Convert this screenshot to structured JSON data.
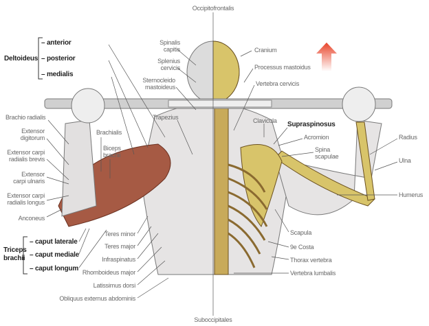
{
  "top": {
    "occipitofrontalis": "Occipitofrontalis",
    "suboccipitales": "Suboccipitales"
  },
  "deltoideus": {
    "title": "Deltoideus",
    "parts": [
      "– anterior",
      "– posterior",
      "– medialis"
    ]
  },
  "triceps": {
    "title1": "Triceps",
    "title2": "brachii",
    "parts": [
      "– caput laterale",
      "– caput mediale",
      "– caput longum"
    ]
  },
  "left_labels": {
    "spinalis": [
      "Spinalis",
      "capitis"
    ],
    "splenius": [
      "Splenius",
      "cervicis"
    ],
    "sterno": [
      "Sternocleido",
      "mastoideus"
    ],
    "trapezius": "Trapezius",
    "brachialis": "Brachialis",
    "biceps": [
      "Biceps",
      "brachii"
    ],
    "brachio_radialis": "Brachio radialis",
    "ext_digitorum": [
      "Extensor",
      "digitorum"
    ],
    "ext_carpi_rad_brevis": [
      "Extensor carpi",
      "radialis brevis"
    ],
    "ext_carpi_ulnaris": [
      "Extensor",
      "carpi ulnaris"
    ],
    "ext_carpi_rad_longus": [
      "Extensor carpi",
      "radialis longus"
    ],
    "anconeus": "Anconeus"
  },
  "lower_left": [
    "Teres minor",
    "Teres major",
    "Infraspinatus",
    "Rhomboideus major",
    "Latissimus dorsi",
    "Obliquus externus abdominis"
  ],
  "right_labels": {
    "cranium": "Cranium",
    "mastoidus": "Processus mastoidus",
    "cervicis": "Vertebra cervicis",
    "clavicula": "Clavicula",
    "supraspinosus": "Supraspinosus",
    "acromion": "Acromion",
    "spina": [
      "Spina",
      "scapulae"
    ],
    "radius": "Radius",
    "ulna": "Ulna",
    "humerus": "Humerus"
  },
  "lower_right": [
    "Scapula",
    "9e Costa",
    "Thorax vertebra",
    "Vertebra lumbalis"
  ],
  "colors": {
    "bone": "#d8c46a",
    "muscle": "#a0503a",
    "arrow": "#e8442a"
  }
}
